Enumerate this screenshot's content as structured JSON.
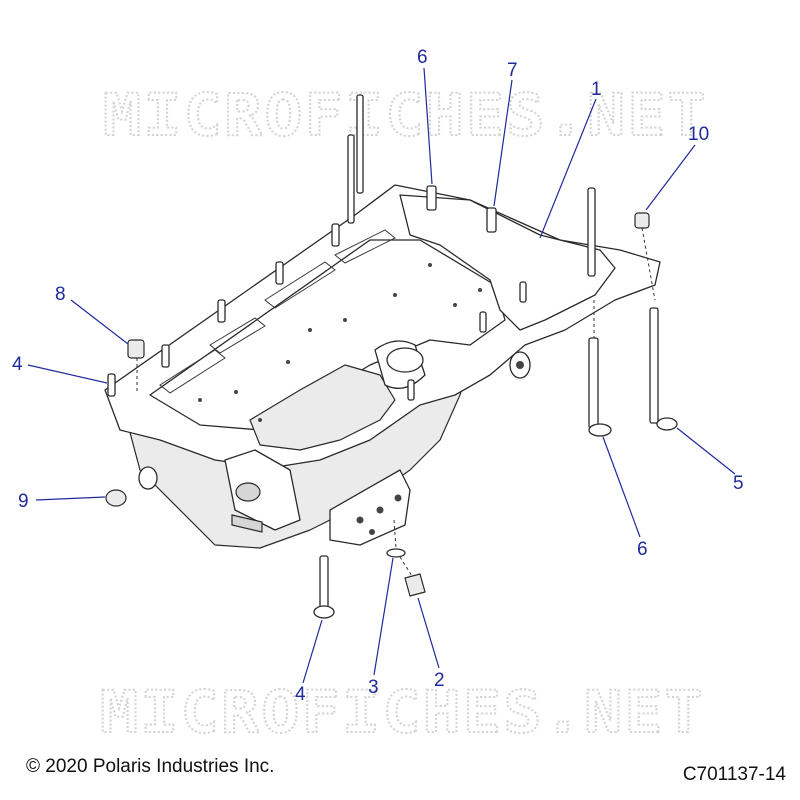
{
  "watermark": "MICROFICHES.NET",
  "copyright": "© 2020 Polaris Industries Inc.",
  "drawing_number": "C701137-14",
  "callouts": [
    "1",
    "2",
    "3",
    "4",
    "4",
    "5",
    "6",
    "6",
    "7",
    "8",
    "9",
    "10"
  ],
  "colors": {
    "callout": "#1f2a9c",
    "line_art": "#2a2a2a",
    "watermark": "#d4d4d4"
  }
}
